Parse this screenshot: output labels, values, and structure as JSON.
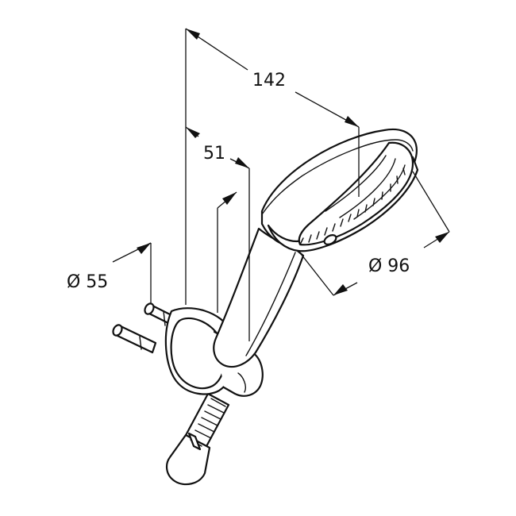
{
  "drawing": {
    "subject": "hand shower with wall holder",
    "dimensions": {
      "total_projection": "142",
      "holder_projection": "51",
      "holder_diameter": "Ø 55",
      "head_diameter": "Ø 96"
    }
  }
}
